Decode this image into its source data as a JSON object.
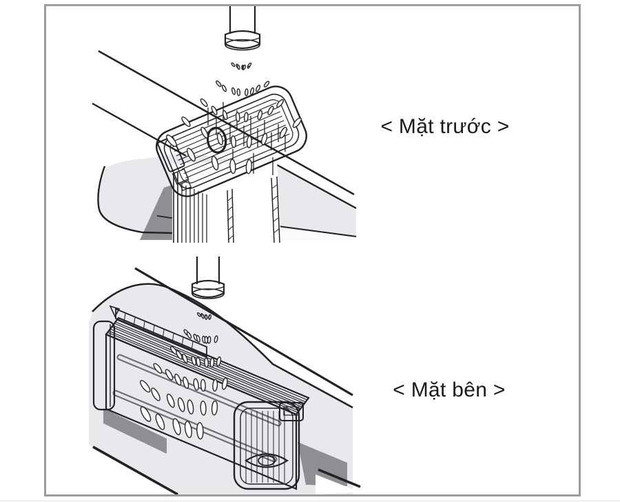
{
  "figure": {
    "panels": [
      {
        "id": "front-view",
        "caption": "< Mặt trước >"
      },
      {
        "id": "side-view",
        "caption": "< Mặt bên >"
      }
    ],
    "icons": [
      "faucet-icon",
      "water-spray-icon",
      "filter-icon",
      "sink-icon"
    ]
  },
  "colors": {
    "background": "#ffffff",
    "frame_border": "#9c9c9c",
    "line": "#222226",
    "sink_light": "#e9e9ec",
    "sink_shadow": "#8e8e93",
    "label_text": "#1a1a1a"
  }
}
